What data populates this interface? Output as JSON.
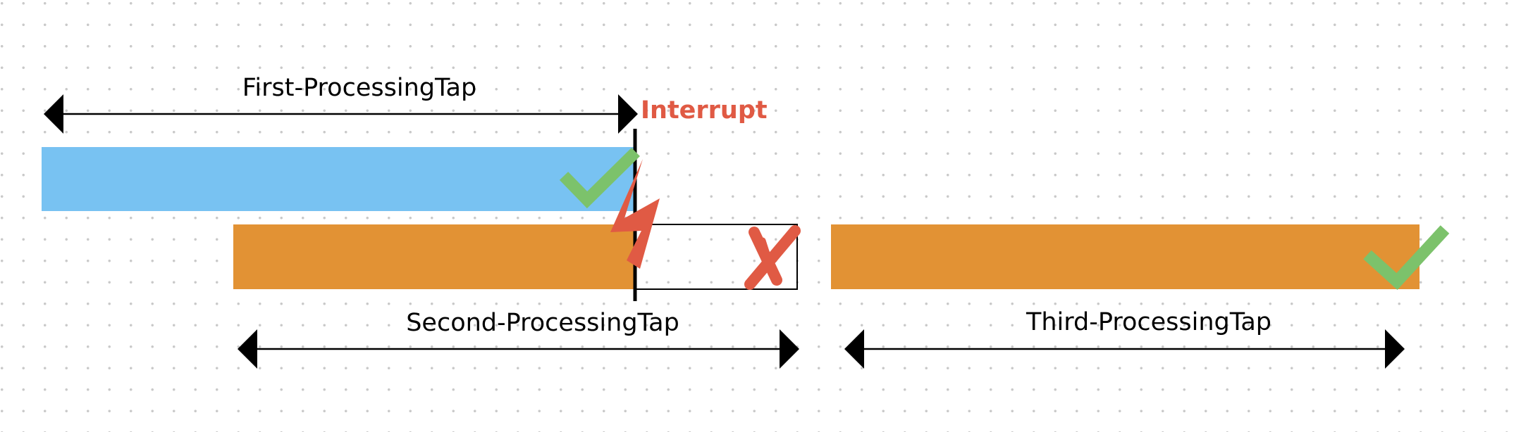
{
  "labels": {
    "first": "First-ProcessingTap",
    "second": "Second-ProcessingTap",
    "third": "Third-ProcessingTap",
    "interrupt": "Interrupt"
  },
  "icons": {
    "first_status": "check-mark-icon",
    "second_status": "cross-mark-icon",
    "third_status": "check-mark-icon",
    "interrupt_event": "lightning-bolt-icon"
  },
  "colors": {
    "first_bar": "#78c2f2",
    "second_bar": "#e29234",
    "third_bar": "#e29234",
    "check": "#7cc26b",
    "cross": "#e05a44",
    "interrupt": "#e05a44"
  }
}
